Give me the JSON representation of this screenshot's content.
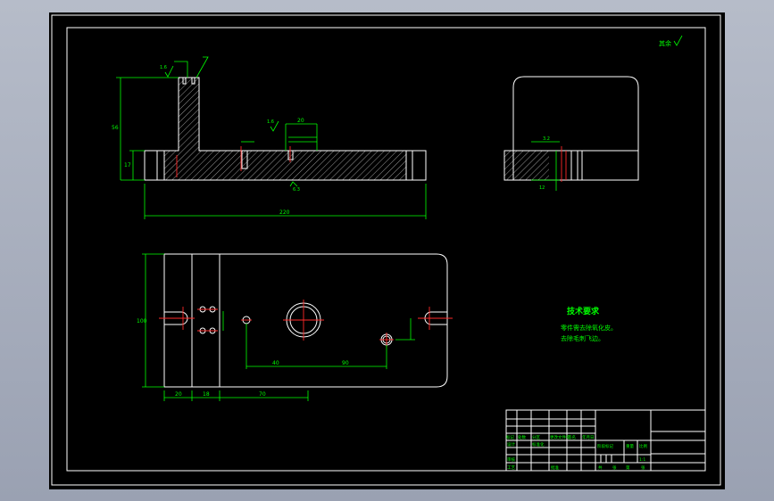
{
  "drawing": {
    "roughness_note": "其余",
    "tech_title": "技术要求",
    "tech_lines": [
      "零件需去除氧化皮。",
      "去除毛刺飞边。"
    ],
    "dims": {
      "overall_length": "220",
      "height": "56",
      "base_height": "17",
      "slot_width": "20",
      "plan_height": "100",
      "bottom_20": "20",
      "bottom_18": "18",
      "bottom_70": "70",
      "mid_40": "40",
      "mid_90": "90",
      "side_12": "12"
    },
    "roughness": [
      "1.6",
      "1.6",
      "3.2",
      "6.3"
    ],
    "title_block": {
      "scale_label": "比例",
      "scale_value": "1:1",
      "stage_label": "阶段标记",
      "weight_label": "重量",
      "row_labels": [
        "标记",
        "处数",
        "分区",
        "更改文件号",
        "签名",
        "年月日"
      ],
      "left_labels": [
        "设计",
        "审核",
        "工艺"
      ],
      "std_label": "标准化",
      "approve_label": "批准",
      "sheet_labels": [
        "共",
        "张",
        "第",
        "张"
      ]
    }
  }
}
